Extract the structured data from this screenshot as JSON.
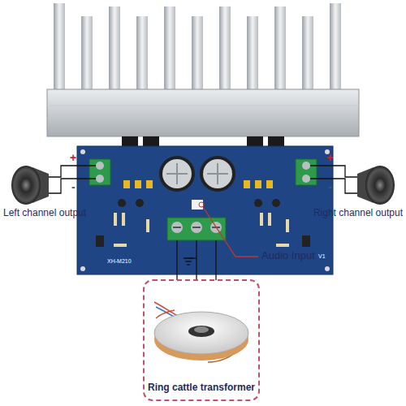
{
  "diagram": {
    "nodes": [
      {
        "text": [
          "Ring cattle transformer"
        ]
      }
    ],
    "labels": [
      "+",
      "-",
      "Left channel output",
      "+",
      "-",
      "Right channel output",
      "Audio Input",
      "XH-M210",
      "V1"
    ]
  }
}
